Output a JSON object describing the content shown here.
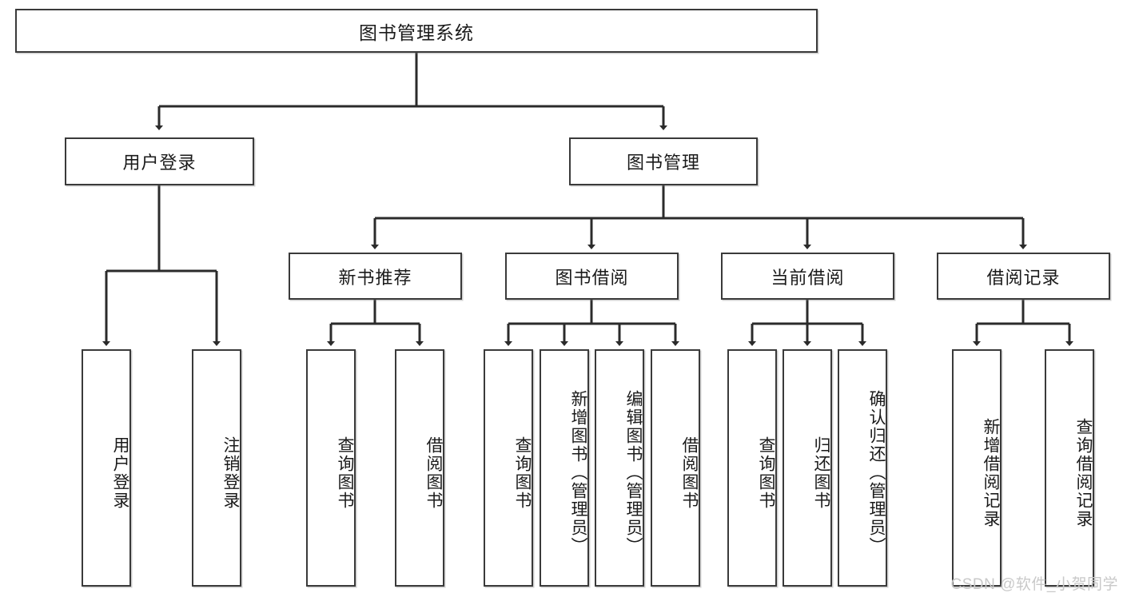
{
  "diagram": {
    "title": "图书管理系统",
    "type": "tree",
    "colors": {
      "box_border": "#3a3a3a",
      "box_fill": "#ffffff",
      "connector": "#2b2b2b",
      "text": "#1a1a1a",
      "watermark": "#c9c9c9"
    },
    "root": {
      "label": "图书管理系统"
    },
    "level2": [
      {
        "label": "用户登录"
      },
      {
        "label": "图书管理"
      }
    ],
    "level3": [
      {
        "label": "新书推荐"
      },
      {
        "label": "图书借阅"
      },
      {
        "label": "当前借阅"
      },
      {
        "label": "借阅记录"
      }
    ],
    "leaves": {
      "user_login": [
        {
          "label": "用户登录"
        },
        {
          "label": "注销登录"
        }
      ],
      "new_book_recommend": [
        {
          "label": "查询图书"
        },
        {
          "label": "借阅图书"
        }
      ],
      "book_borrow": [
        {
          "label": "查询图书"
        },
        {
          "label": "新增图书（管理员）"
        },
        {
          "label": "编辑图书（管理员）"
        },
        {
          "label": "借阅图书"
        }
      ],
      "current_borrow": [
        {
          "label": "查询图书"
        },
        {
          "label": "归还图书"
        },
        {
          "label": "确认归还（管理员）"
        }
      ],
      "borrow_record": [
        {
          "label": "新增借阅记录"
        },
        {
          "label": "查询借阅记录"
        }
      ]
    }
  },
  "watermark": {
    "text": "CSDN @软件_小贺同学"
  }
}
